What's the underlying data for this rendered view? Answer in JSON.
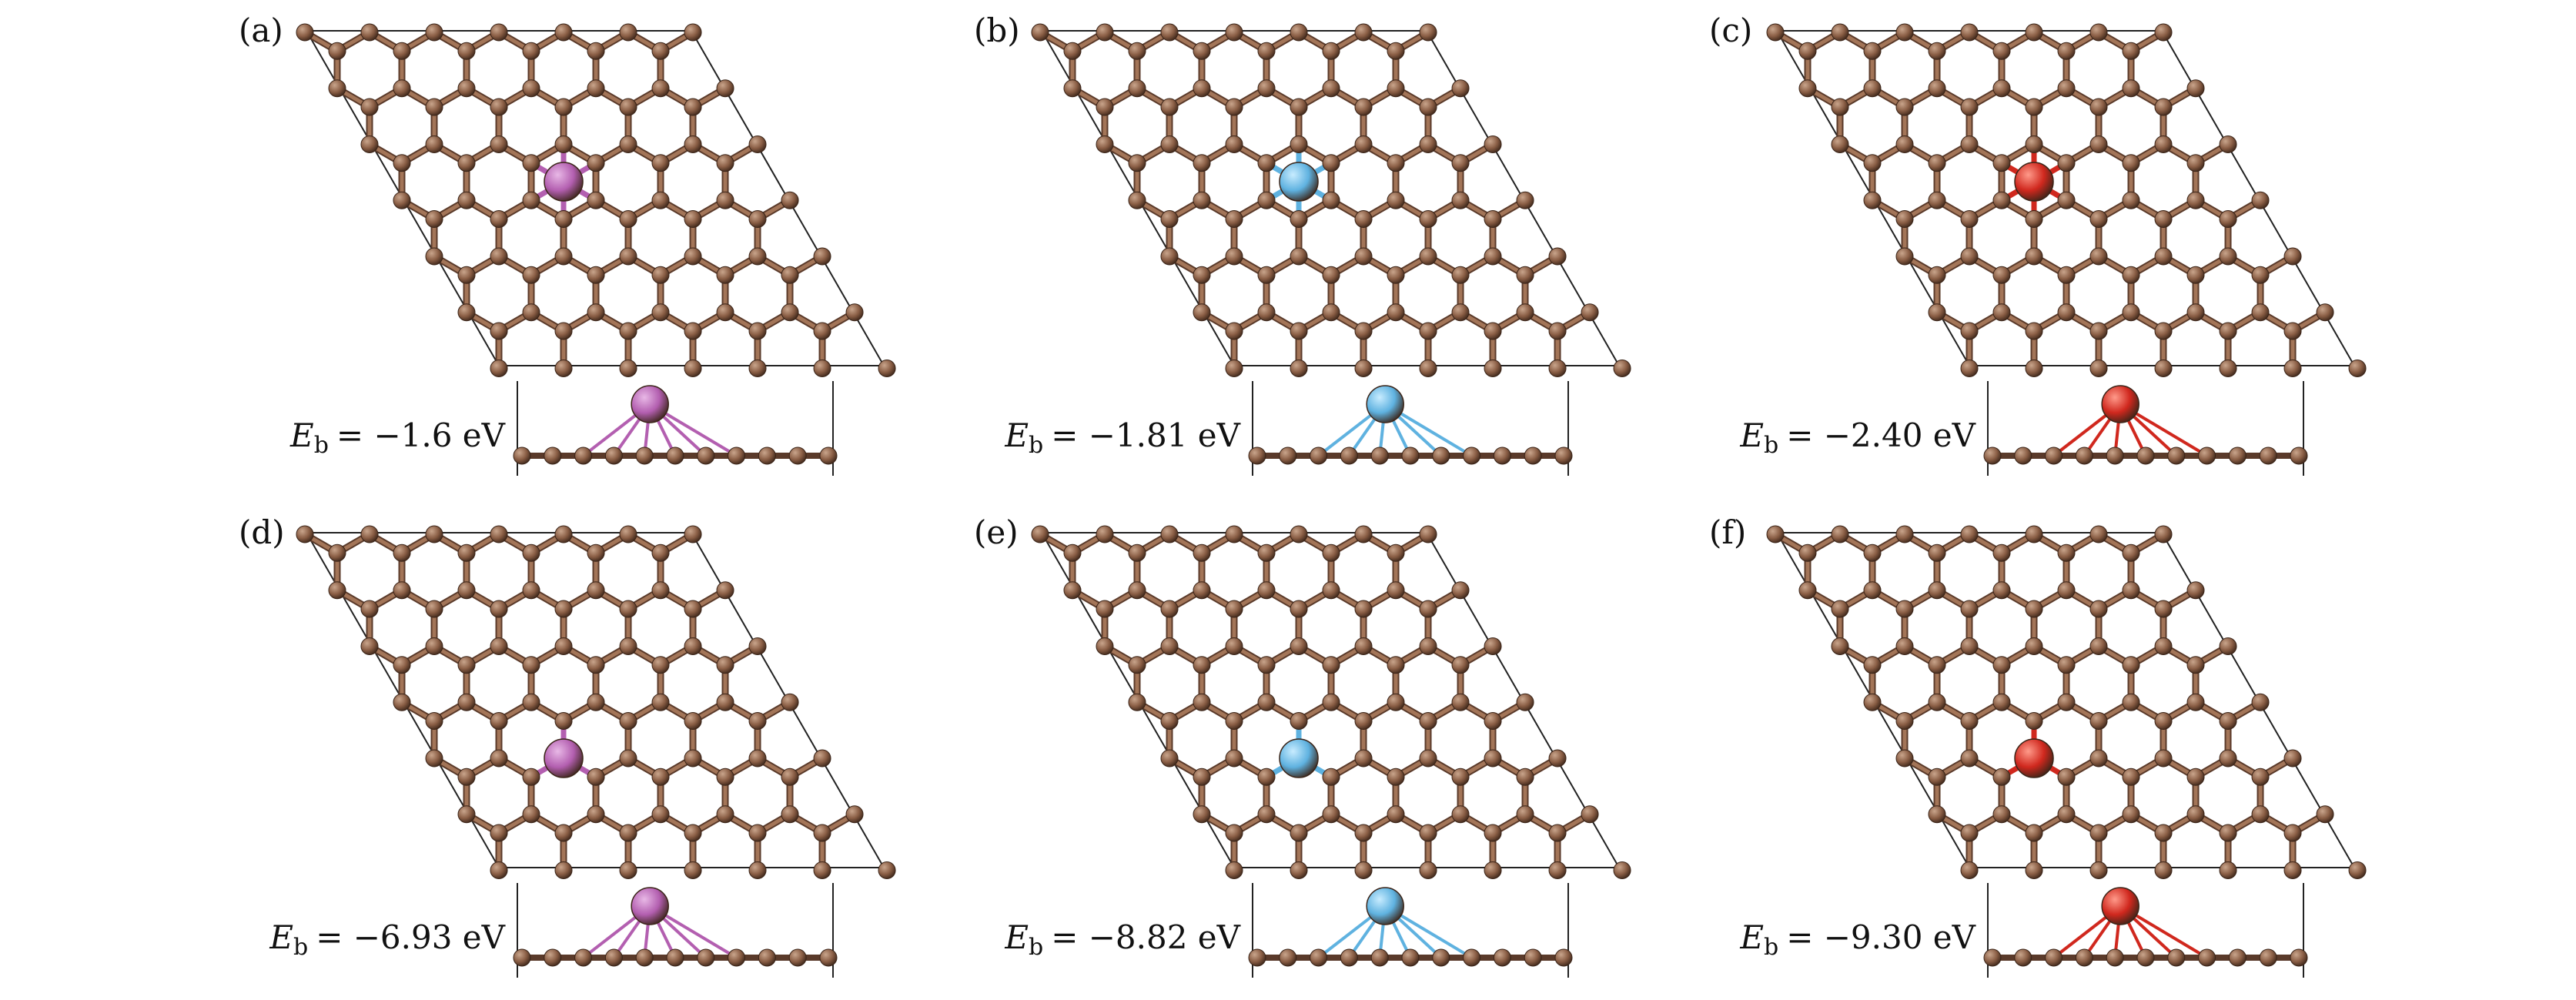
{
  "figure": {
    "energy_symbol": "E",
    "energy_subscript": "b",
    "panels": [
      {
        "id": "a",
        "label": "(a)",
        "energy_value": "= −1.6 eV",
        "dopant": "purple",
        "site": "hollow"
      },
      {
        "id": "b",
        "label": "(b)",
        "energy_value": "= −1.81 eV",
        "dopant": "blue",
        "site": "hollow"
      },
      {
        "id": "c",
        "label": "(c)",
        "energy_value": "= −2.40 eV",
        "dopant": "red",
        "site": "hollow"
      },
      {
        "id": "d",
        "label": "(d)",
        "energy_value": "= −6.93 eV",
        "dopant": "purple",
        "site": "vacancy"
      },
      {
        "id": "e",
        "label": "(e)",
        "energy_value": "= −8.82 eV",
        "dopant": "blue",
        "site": "vacancy"
      },
      {
        "id": "f",
        "label": "(f)",
        "energy_value": "= −9.30 eV",
        "dopant": "red",
        "site": "vacancy"
      }
    ]
  },
  "colors": {
    "carbon": "#8a5e45",
    "carbon_highlight": "#c9a58c",
    "purple": "#b35fb0",
    "purple_highlight": "#e8b8e6",
    "blue": "#5fb2e0",
    "blue_highlight": "#c8ecff",
    "red": "#d0281e",
    "red_highlight": "#ff9a8a",
    "outline": "#222222"
  }
}
